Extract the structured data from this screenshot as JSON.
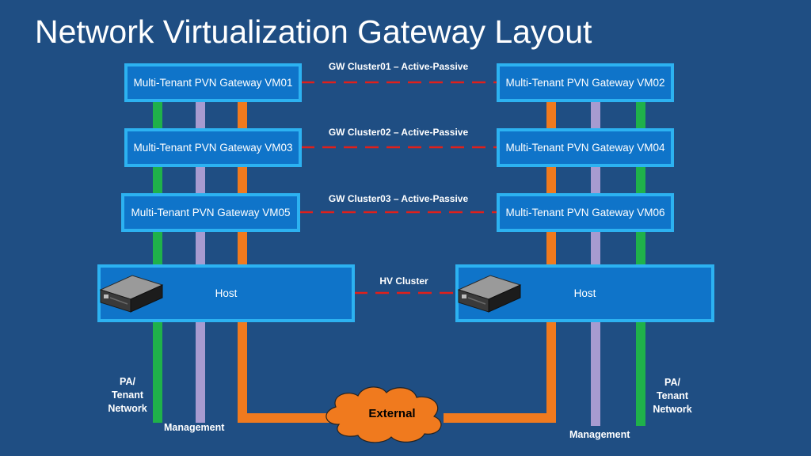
{
  "slide": {
    "title": "Network Virtualization Gateway Layout"
  },
  "vms": {
    "vm01": "Multi-Tenant PVN Gateway VM01",
    "vm02": "Multi-Tenant PVN Gateway VM02",
    "vm03": "Multi-Tenant PVN Gateway VM03",
    "vm04": "Multi-Tenant PVN Gateway VM04",
    "vm05": "Multi-Tenant PVN Gateway VM05",
    "vm06": "Multi-Tenant PVN Gateway VM06"
  },
  "clusters": {
    "gw01": "GW Cluster01 – Active-Passive",
    "gw02": "GW Cluster02 – Active-Passive",
    "gw03": "GW Cluster03 – Active-Passive",
    "hv": "HV Cluster"
  },
  "hosts": {
    "left": "Host",
    "right": "Host"
  },
  "networks": {
    "pa_line1": "PA/",
    "pa_line2": "Tenant",
    "pa_line3": "Network",
    "management": "Management",
    "external": "External"
  },
  "colors": {
    "background": "#1f4e83",
    "box_fill": "#0f74c9",
    "box_border": "#2cb2f1",
    "pa_tenant_line": "#1fb14a",
    "management_line": "#a79bd0",
    "external_line": "#f07a1e",
    "cluster_link": "#e0201b"
  },
  "icons": {
    "server": "rack-server-icon",
    "external": "cloud-icon"
  }
}
